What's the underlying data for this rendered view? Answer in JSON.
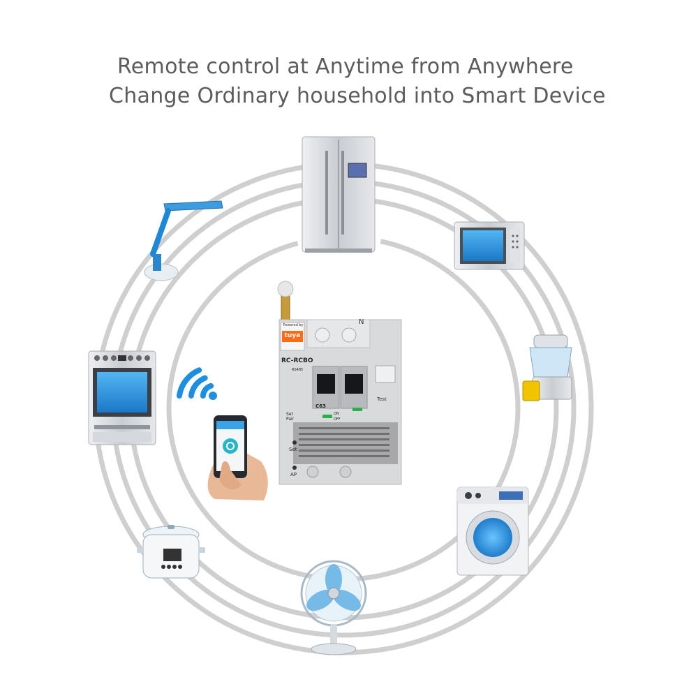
{
  "headline": {
    "line1": "Remote control at Anytime from Anywhere",
    "line2": "Change Ordinary household into Smart Device"
  },
  "device": {
    "model": "RC-RCBO",
    "powered_by": "Powered by",
    "brand": "tuya",
    "comm": "RS485",
    "rating": "C63",
    "neutral": "N",
    "test_label": "Test",
    "on_label": "ON",
    "off_label": "OFF",
    "set_label": "Set",
    "pair_label": "Pair",
    "ap_label": "AP"
  },
  "appliances": [
    "refrigerator",
    "microwave",
    "juicer",
    "washing-machine",
    "fan",
    "rice-cooker",
    "oven",
    "desk-lamp"
  ],
  "colors": {
    "headline": "#5c5c5c",
    "rings": "#cfcfcf",
    "accent_blue": "#1e8fe0",
    "breaker_gray": "#d9dadc"
  }
}
